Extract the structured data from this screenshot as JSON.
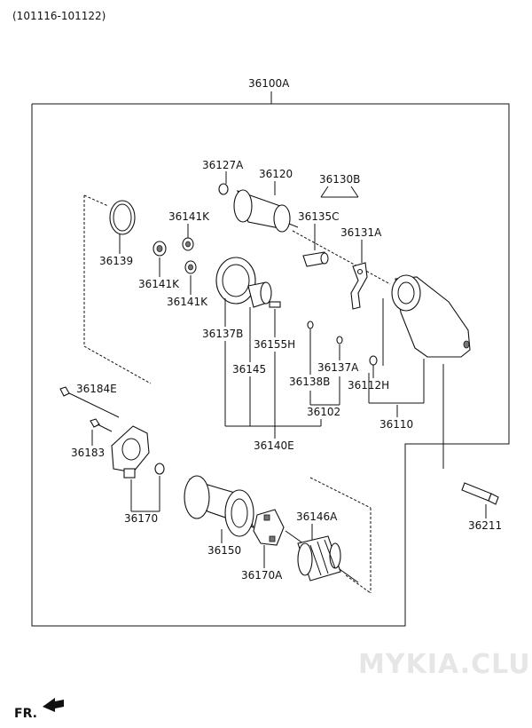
{
  "header": {
    "range": "(101116-101122)"
  },
  "assembly": {
    "code": "36100A"
  },
  "parts": {
    "p36127A": "36127A",
    "p36120": "36120",
    "p36130B": "36130B",
    "p36135C": "36135C",
    "p36131A": "36131A",
    "p36141K_top": "36141K",
    "p36141K_left": "36141K",
    "p36141K_bottom": "36141K",
    "p36139": "36139",
    "p36137B": "36137B",
    "p36155H": "36155H",
    "p36145": "36145",
    "p36137A": "36137A",
    "p36138B": "36138B",
    "p36112H": "36112H",
    "p36102": "36102",
    "p36110": "36110",
    "p36140E": "36140E",
    "p36184E": "36184E",
    "p36183": "36183",
    "p36170": "36170",
    "p36150": "36150",
    "p36146A": "36146A",
    "p36170A": "36170A",
    "p36211": "36211"
  },
  "watermark": "MYKIA.CLUB",
  "direction": {
    "label": "FR."
  }
}
